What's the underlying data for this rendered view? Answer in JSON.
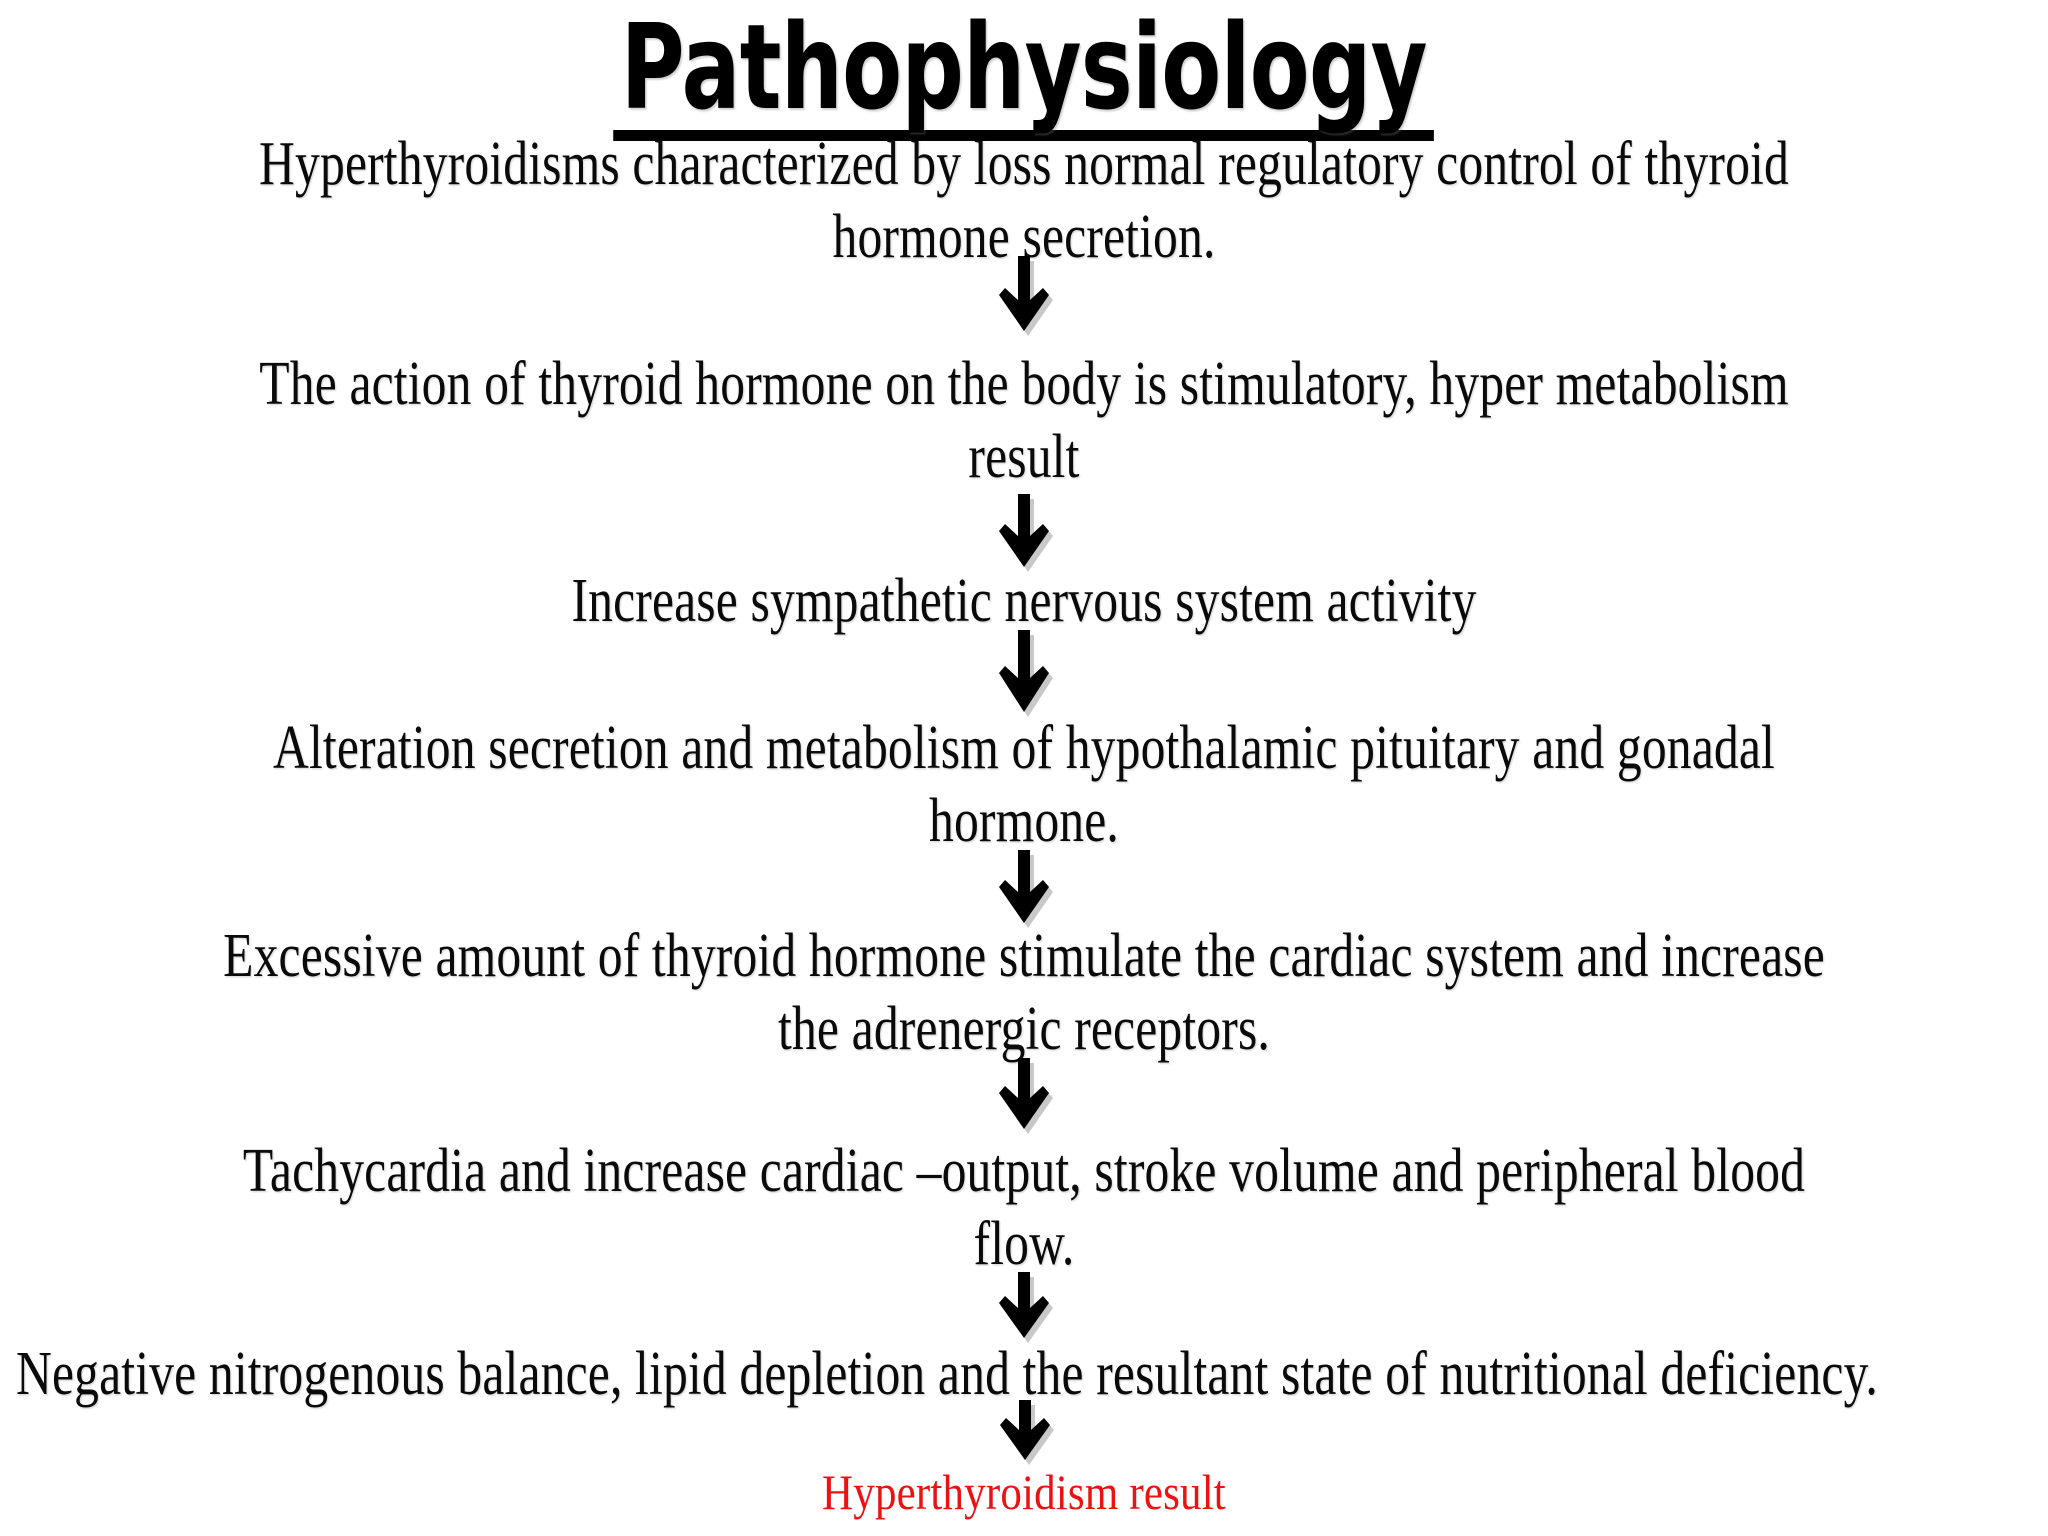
{
  "slide": {
    "background_color": "#ffffff",
    "title": "Pathophysiology",
    "title_style": "bold-underlined-condensed-sans"
  },
  "flow": {
    "arrow_icon_name": "down-arrow-icon",
    "arrow_color": "#000000",
    "arrow_shadow_color": "#9a9a9a",
    "steps": [
      {
        "id": "step-1",
        "text": "Hyperthyroidisms characterized by loss normal regulatory control of thyroid hormone secretion.",
        "align": "center",
        "color": "#0a0a0a"
      },
      {
        "id": "step-2",
        "text": "The action of thyroid hormone on the body is stimulatory, hyper metabolism result",
        "align": "center",
        "color": "#0a0a0a"
      },
      {
        "id": "step-3",
        "text": "Increase sympathetic nervous system activity",
        "align": "center",
        "color": "#0a0a0a"
      },
      {
        "id": "step-4",
        "text": "Alteration secretion and metabolism of hypothalamic pituitary and gonadal hormone.",
        "align": "center",
        "color": "#0a0a0a"
      },
      {
        "id": "step-5",
        "text": "Excessive amount of thyroid hormone stimulate the cardiac system and increase the adrenergic receptors.",
        "align": "center",
        "color": "#0a0a0a"
      },
      {
        "id": "step-6",
        "text": "Tachycardia and increase cardiac –output, stroke volume and peripheral blood flow.",
        "align": "center",
        "color": "#0a0a0a"
      },
      {
        "id": "step-7",
        "text": "Negative nitrogenous balance, lipid depletion and the resultant state of nutritional deficiency.",
        "align": "left",
        "color": "#0a0a0a"
      }
    ],
    "outcome": {
      "id": "outcome",
      "text": "Hyperthyroidism result",
      "align": "center",
      "color": "#ee1111"
    }
  }
}
